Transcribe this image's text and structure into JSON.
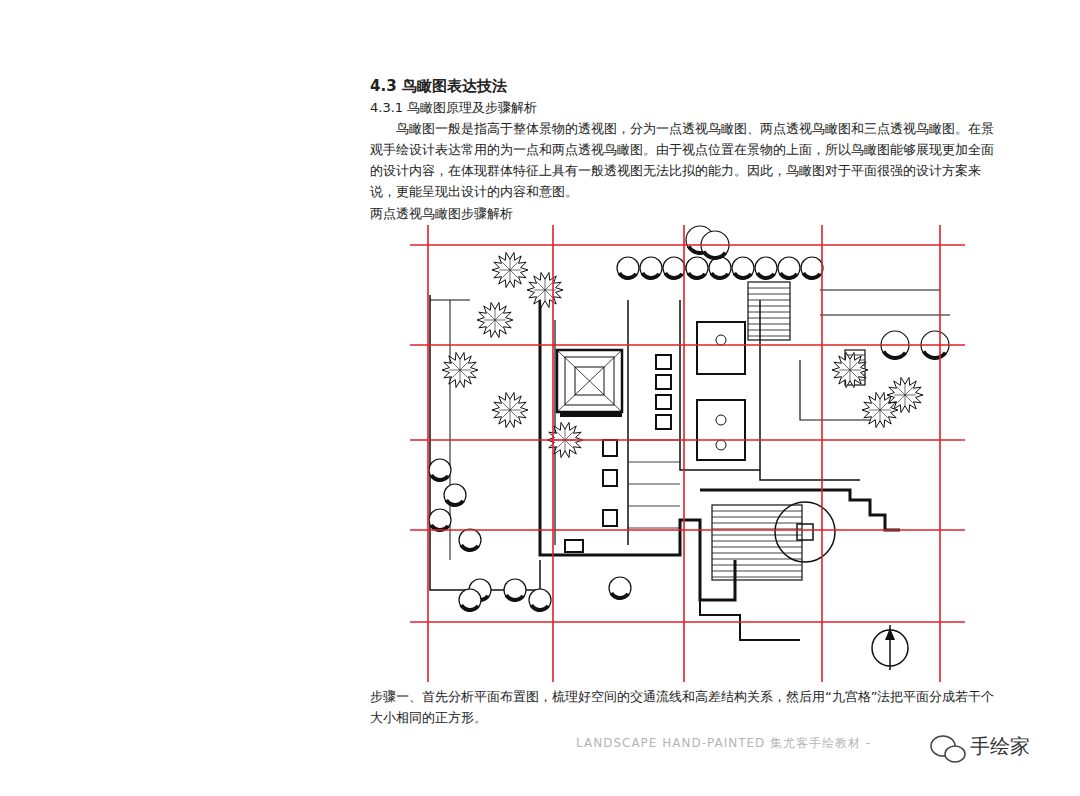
{
  "diagram": {
    "title": "4.3 鸟瞰图表达技法",
    "caption": "步骤一、首先分析平面布置图，梳理好空间的交通流线和高差结构关系，然后用“九宫格”法把平面分成若干个大小相同的正方形。",
    "labels": [
      "4.3.1 鸟瞰图原理及步骤解析",
      "鸟瞰图一般是指高于整体景物的透视图，分为一点透视鸟瞰图、两点透视鸟瞰图和三点透视鸟瞰图。在景观手绘设计表达常用的为一点和两点透视鸟瞰图。由于视点位置在景物的上面，所以鸟瞰图能够展现更加全面的设计内容，在体现群体特征上具有一般透视图无法比拟的能力。因此，鸟瞰图对于平面很强的设计方案来说，更能呈现出设计的内容和意图。",
      "两点透视鸟瞰图步骤解析",
      "LANDSCAPE HAND-PAINTED 集尤客手绘教材 -",
      "手绘家"
    ]
  }
}
